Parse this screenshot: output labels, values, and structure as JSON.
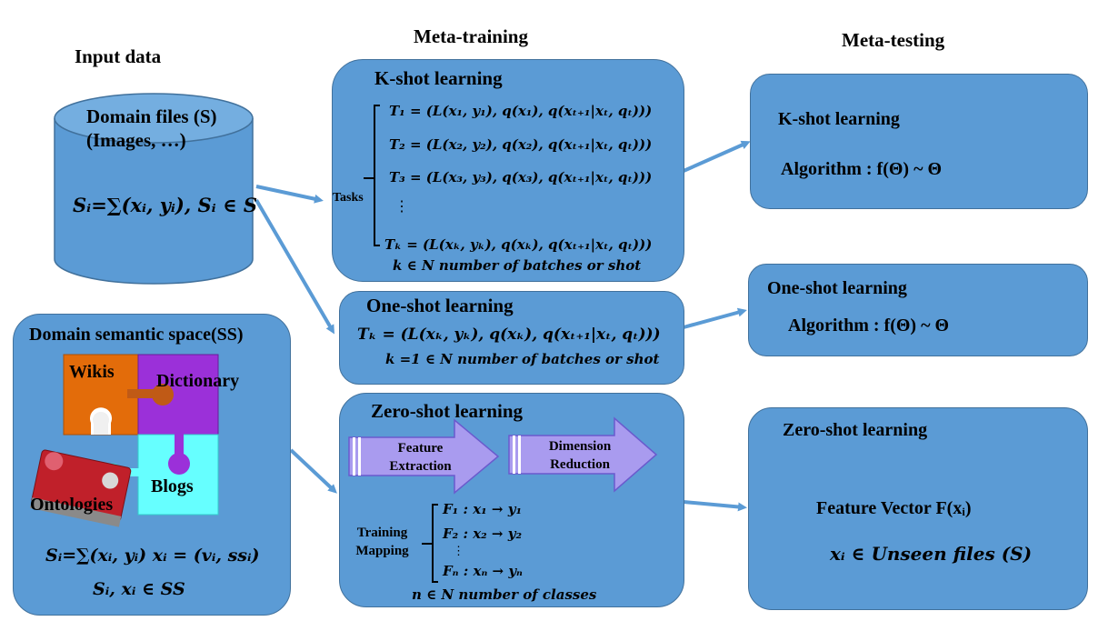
{
  "headers": {
    "input": "Input data",
    "meta_training": "Meta-training",
    "meta_testing": "Meta-testing"
  },
  "domain_files": {
    "title": "Domain files (S)",
    "subtitle": "(Images, …)",
    "formula": "Sᵢ=∑(xᵢ, yᵢ), Sᵢ ∈ S"
  },
  "semantic_space": {
    "title": "Domain semantic space(SS)",
    "pieces": [
      "Wikis",
      "Dictionary",
      "Ontologies",
      "Blogs"
    ],
    "formula1": "Sᵢ=∑(xᵢ, yᵢ)  xᵢ = (vᵢ, ssᵢ)",
    "formula2": "Sᵢ, xᵢ ∈ SS",
    "colors": {
      "wikis": "#e36c0a",
      "dictionary": "#9b30d9",
      "blogs": "#66ffff",
      "ontologies": "#c0202a"
    }
  },
  "kshot_train": {
    "title": "K-shot learning",
    "tasks_label": "Tasks",
    "tasks": [
      "T₁  = (L(x₁, y₁), q(x₁), q(xₜ₊₁|xₜ, qₜ)))",
      "T₂  = (L(x₂, y₂), q(x₂), q(xₜ₊₁|xₜ, qₜ)))",
      "T₃  = (L(x₃, y₃), q(x₃), q(xₜ₊₁|xₜ, qₜ)))",
      "Tₖ  = (L(xₖ, yₖ), q(xₖ), q(xₜ₊₁|xₜ, qₜ)))"
    ],
    "dots": "⋮",
    "footer": "k ∈ N number of batches or shot"
  },
  "oneshot_train": {
    "title": "One-shot learning",
    "task": "Tₖ  = (L(xₖ, yₖ), q(xₖ), q(xₜ₊₁|xₜ, qₜ)))",
    "footer": "k =1 ∈ N number of batches or shot"
  },
  "zeroshot_train": {
    "title": "Zero-shot learning",
    "arrow1": "Feature Extraction",
    "arrow2": "Dimension Reduction",
    "mapping_label": "Training Mapping",
    "maps": [
      "F₁ : x₁ →  y₁",
      "F₂ : x₂ →  y₂",
      "Fₙ : xₙ →  yₙ"
    ],
    "dots": "⋮",
    "footer": "n ∈ N number of classes"
  },
  "kshot_test": {
    "title": "K-shot learning",
    "algo": "Algorithm : f(Θ) ~ Θ"
  },
  "oneshot_test": {
    "title": "One-shot learning",
    "algo": "Algorithm : f(Θ) ~ Θ"
  },
  "zeroshot_test": {
    "title": "Zero-shot learning",
    "feature": "Feature Vector F(xᵢ)",
    "unseen": "xᵢ ∈ Unseen files (S)"
  },
  "theme": {
    "box_fill": "#5b9bd5",
    "box_stroke": "#41719c",
    "arrow_color": "#5b9bd5",
    "chevron_fill": "#a99bef"
  }
}
